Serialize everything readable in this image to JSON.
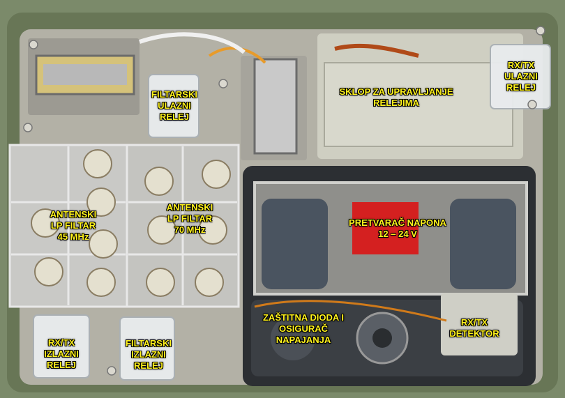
{
  "labels": {
    "filter_input_relay": [
      "FILTARSKI",
      "ULAZNI",
      "RELEJ"
    ],
    "relay_control_circuit": [
      "SKLOP ZA UPRAVLJANJE",
      "RELEJIMA"
    ],
    "rxtx_input_relay": [
      "RX/TX",
      "ULAZNI",
      "RELEJ"
    ],
    "lp_filter_45": [
      "ANTENSKI",
      "LP FILTAR",
      "45 MHz"
    ],
    "lp_filter_70": [
      "ANTENSKI",
      "LP FILTAR",
      "70 MHz"
    ],
    "voltage_converter": [
      "PRETVARAČ NAPONA",
      "12 – 24 V"
    ],
    "protection_diode_fuse": [
      "ZAŠTITNA DIODA I",
      "OSIGURAČ",
      "NAPAJANJA"
    ],
    "rxtx_detector": [
      "RX/TX",
      "DETEKTOR"
    ],
    "rxtx_output_relay": [
      "RX/TX",
      "IZLAZNI",
      "RELEJ"
    ],
    "filter_output_relay": [
      "FILTARSKI",
      "IZLAZNI",
      "RELEJ"
    ]
  },
  "colors": {
    "label_text": "#fff21c",
    "label_outline": "#000000",
    "chassis_green": "#6f7d5f",
    "plate_grey": "#b9b7ae",
    "pcb_light": "#c9c8bb",
    "dark_panel": "#2c2f33"
  }
}
